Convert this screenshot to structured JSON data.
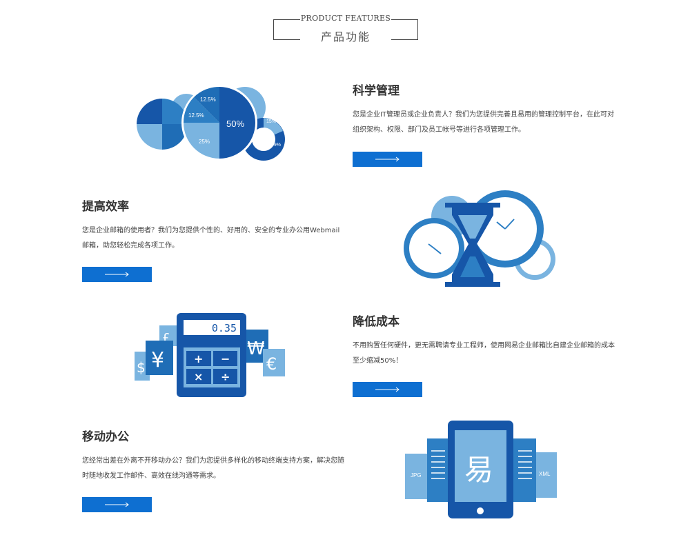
{
  "header": {
    "title_en": "PRODUCT FEATURES",
    "title_cn": "产品功能"
  },
  "features": [
    {
      "title": "科学管理",
      "desc": "您是企业IT管理员或企业负责人？我们为您提供完善且易用的管理控制平台，在此可对组织架构、权限、部门及员工帐号等进行各项管理工作。",
      "button_icon": "arrow-right-icon"
    },
    {
      "title": "提高效率",
      "desc": "您是企业邮箱的使用者？我们为您提供个性的、好用的、安全的专业办公用Webmail邮箱，助您轻松完成各项工作。",
      "button_icon": "arrow-right-icon"
    },
    {
      "title": "降低成本",
      "desc": "不用购置任何硬件，更无需聘请专业工程师，使用网易企业邮箱比自建企业邮箱的成本至少缩减50%！",
      "button_icon": "arrow-right-icon"
    },
    {
      "title": "移动办公",
      "desc": "您经常出差在外离不开移动办公？我们为您提供多样化的移动终端支持方案，解决您随时随地收发工作邮件、高效在线沟通等需求。",
      "button_icon": "arrow-right-icon"
    }
  ],
  "illustrations": {
    "pie": {
      "labels": [
        "50%",
        "25%",
        "12.5%",
        "12.5%",
        "15%",
        "39%"
      ]
    },
    "calculator": {
      "display": "0.35",
      "keys": [
        "+",
        "−",
        "×",
        "÷"
      ],
      "currency_symbols": [
        "¥",
        "₩",
        "€",
        "$",
        "£"
      ]
    },
    "phone": {
      "glyph": "易",
      "doc_labels": [
        "JPG",
        "XML"
      ]
    }
  },
  "colors": {
    "primary_blue": "#0e6fd1",
    "dark_blue": "#1656a8",
    "mid_blue": "#2d7fc4",
    "light_blue": "#7ab4e0",
    "header_text": "#444444"
  }
}
